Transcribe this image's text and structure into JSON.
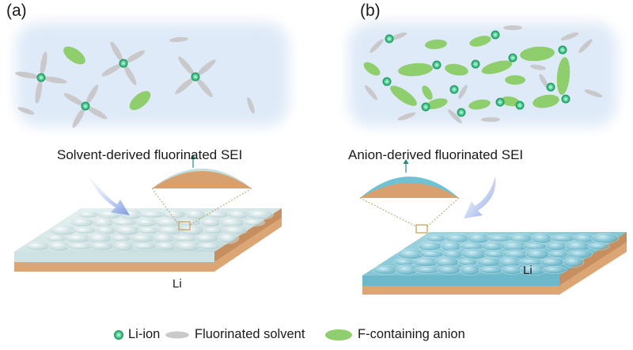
{
  "panels": [
    {
      "tag": "(a)",
      "sei_caption": "Solvent-derived fluorinated SEI",
      "electrode_label": "Li"
    },
    {
      "tag": "(b)",
      "sei_caption": "Anion-derived fluorinated SEI",
      "electrode_label": "Li"
    }
  ],
  "legend": {
    "li_ion": "Li-ion",
    "solvent": "Fluorinated solvent",
    "anion": "F-containing anion"
  },
  "colors": {
    "li_ion_fill": "#3cc48a",
    "li_ion_core": "#bff2d8",
    "solvent": "#c9c9cb",
    "anion": "#8fce6d",
    "electrolyte_bg": "#e3eef9",
    "sei_thin": "#cfe6e8",
    "sei_thick": "#7fc8d6",
    "lithium": "#e1b084",
    "arrow": "#8fa8e6"
  }
}
